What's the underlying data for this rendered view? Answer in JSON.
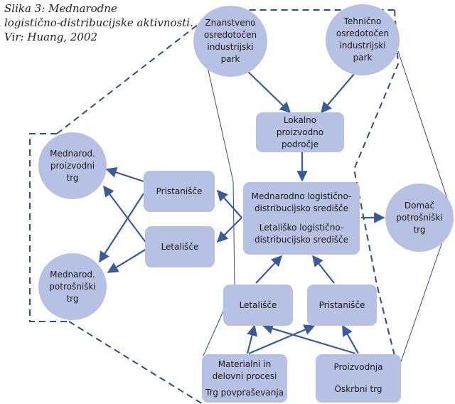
{
  "caption": {
    "line1": "Slika 3: Mednarodne",
    "line2": "logistično-distribucijske aktivnosti.",
    "line3": "Vir: Huang, 2002"
  },
  "nodes": {
    "science_park": [
      "Znanstveno",
      "osredotočen",
      "industrijski",
      "park"
    ],
    "tech_park": [
      "Tehnično",
      "osredotočen",
      "industrijski",
      "park"
    ],
    "local_area": [
      "Lokalno proizvodno",
      "področje"
    ],
    "center_a": [
      "Mednarodno logistično-",
      "distribucijsko središče"
    ],
    "center_b": [
      "Letališko logistično-",
      "distribucijsko središče"
    ],
    "domestic": [
      "Domač",
      "potrošniški",
      "trg"
    ],
    "intl_production": [
      "Mednarod.",
      "proizvodni",
      "trg"
    ],
    "intl_consumer": [
      "Mednarod.",
      "potrošniški",
      "trg"
    ],
    "port_left": "Pristanišče",
    "airport_left": "Letališče",
    "airport_bottom": "Letališče",
    "port_bottom": "Pristanišče",
    "materials": [
      "Materialni in",
      "delovni procesi"
    ],
    "materials_sub": "Trg povpraševanja",
    "production": "Proizvodnja",
    "production_sub": "Oskrbni trg"
  },
  "colors": {
    "node_fill": "#b6c1e3",
    "arrow": "#3b5a9a",
    "outline": "#2d4f86"
  }
}
